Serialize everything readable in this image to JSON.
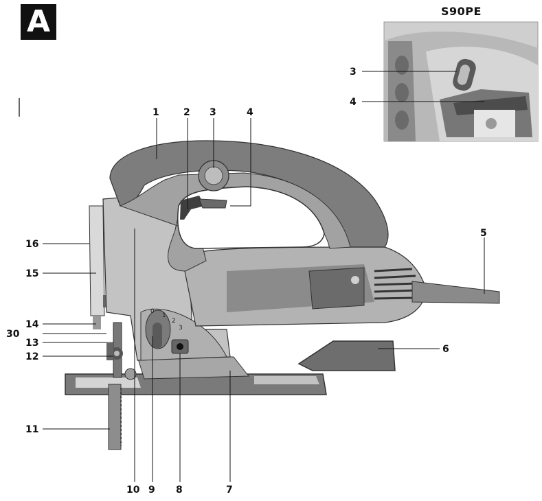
{
  "figure": {
    "badge": "A",
    "model": "S90PE"
  },
  "callouts": {
    "c1": "1",
    "c2": "2",
    "c3": "3",
    "c4": "4",
    "c5": "5",
    "c6": "6",
    "c7": "7",
    "c8": "8",
    "c9": "9",
    "c10": "10",
    "c11": "11",
    "c12": "12",
    "c13": "13",
    "c14": "14",
    "c30": "30",
    "c15": "15",
    "c16": "16",
    "inset3": "3",
    "inset4": "4"
  },
  "dial_scale": {
    "d0": "0",
    "d1": "1",
    "d2": "2",
    "d3": "3"
  },
  "colors": {
    "body_dark": "#6f6f6f",
    "body_mid": "#9a9a9a",
    "body_light": "#c9c9c9",
    "line": "#222222"
  }
}
